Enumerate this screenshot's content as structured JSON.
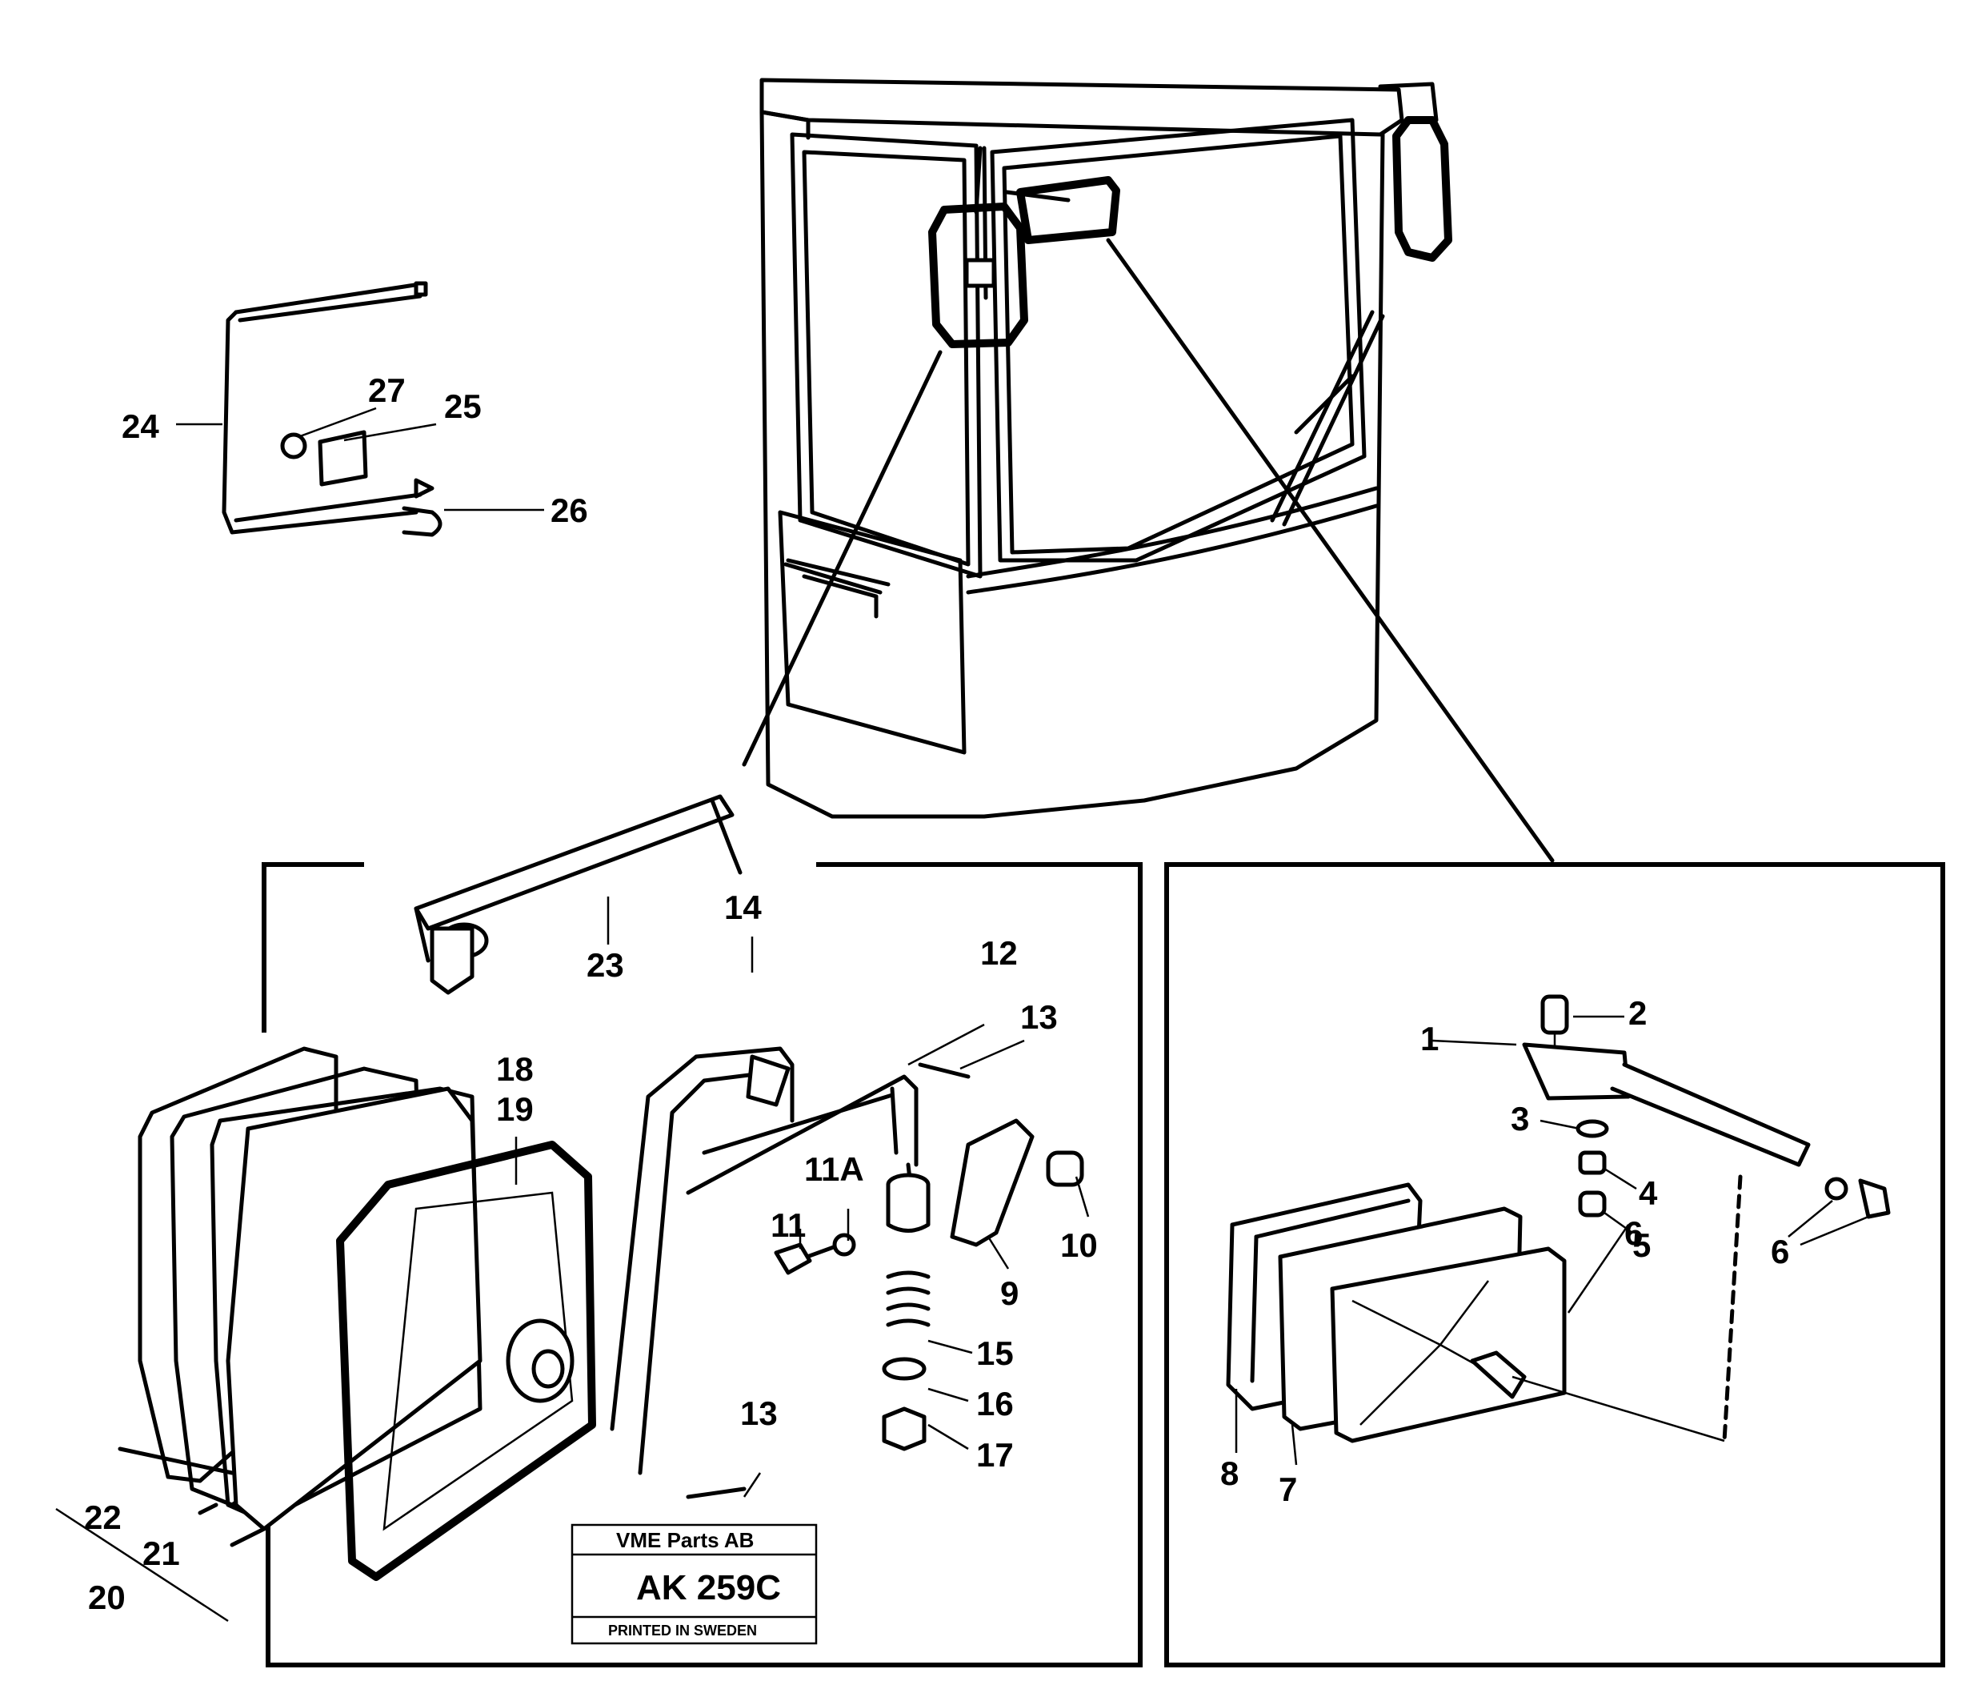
{
  "callouts": {
    "c1": "1",
    "c2": "2",
    "c3": "3",
    "c4": "4",
    "c5": "5",
    "c6": "6",
    "c6b": "6",
    "c7": "7",
    "c8": "8",
    "c9": "9",
    "c10": "10",
    "c11": "11",
    "c11A": "11A",
    "c12": "12",
    "c13a": "13",
    "c13b": "13",
    "c14": "14",
    "c15": "15",
    "c16": "16",
    "c17": "17",
    "c18": "18",
    "c19": "19",
    "c20": "20",
    "c21": "21",
    "c22": "22",
    "c23": "23",
    "c24": "24",
    "c25": "25",
    "c26": "26",
    "c27": "27"
  },
  "stamp": {
    "title": "VME Parts AB",
    "code": "AK 259C",
    "footer": "PRINTED IN SWEDEN"
  }
}
